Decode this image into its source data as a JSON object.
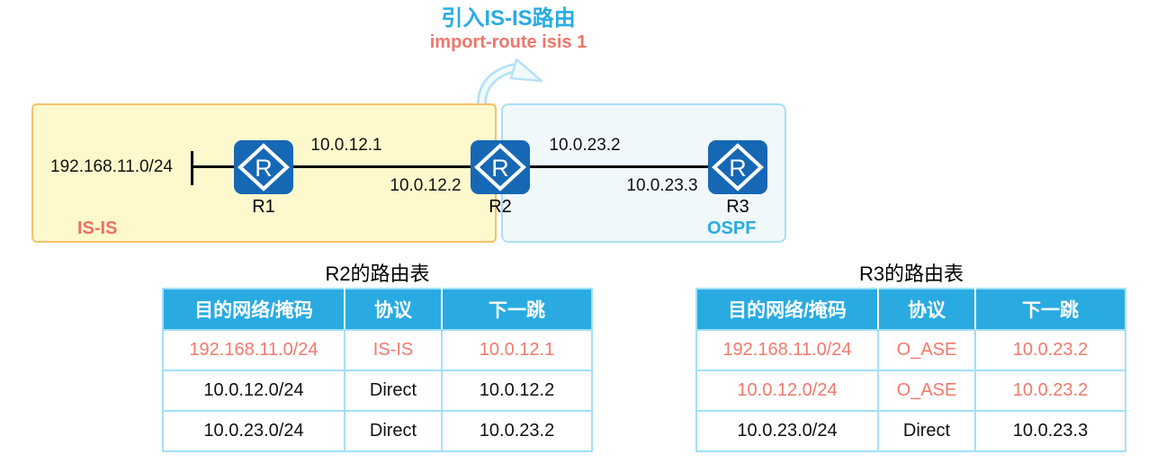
{
  "title": {
    "line1": "引入IS-IS路由",
    "line2": "import-route isis 1"
  },
  "diagram": {
    "stub_network": "192.168.11.0/24",
    "isis_zone_label": "IS-IS",
    "ospf_zone_label": "OSPF",
    "routers": [
      {
        "name": "R1"
      },
      {
        "name": "R2"
      },
      {
        "name": "R3"
      }
    ],
    "link_labels": {
      "r1_r2_left": "10.0.12.1",
      "r1_r2_right": "10.0.12.2",
      "r2_r3_left": "10.0.23.2",
      "r2_r3_right": "10.0.23.3"
    }
  },
  "tables": [
    {
      "title": "R2的路由表",
      "headers": [
        "目的网络/掩码",
        "协议",
        "下一跳"
      ],
      "rows": [
        {
          "cells": [
            "192.168.11.0/24",
            "IS-IS",
            "10.0.12.1"
          ],
          "highlight": true
        },
        {
          "cells": [
            "10.0.12.0/24",
            "Direct",
            "10.0.12.2"
          ],
          "highlight": false
        },
        {
          "cells": [
            "10.0.23.0/24",
            "Direct",
            "10.0.23.2"
          ],
          "highlight": false
        }
      ]
    },
    {
      "title": "R3的路由表",
      "headers": [
        "目的网络/掩码",
        "协议",
        "下一跳"
      ],
      "rows": [
        {
          "cells": [
            "192.168.11.0/24",
            "O_ASE",
            "10.0.23.2"
          ],
          "highlight": true
        },
        {
          "cells": [
            "10.0.12.0/24",
            "O_ASE",
            "10.0.23.2"
          ],
          "highlight": true
        },
        {
          "cells": [
            "10.0.23.0/24",
            "Direct",
            "10.0.23.3"
          ],
          "highlight": false
        }
      ]
    }
  ],
  "colors": {
    "accent_cyan": "#29ABE2",
    "accent_salmon": "#F0756B",
    "router_blue": "#1668B5",
    "table_border": "#A0E1F8",
    "isis_zone_fill": "#FDF9CD",
    "isis_zone_border": "#F5C06A",
    "ospf_zone_fill": "#F0F8FC",
    "ospf_zone_border": "#A9DFF5"
  }
}
